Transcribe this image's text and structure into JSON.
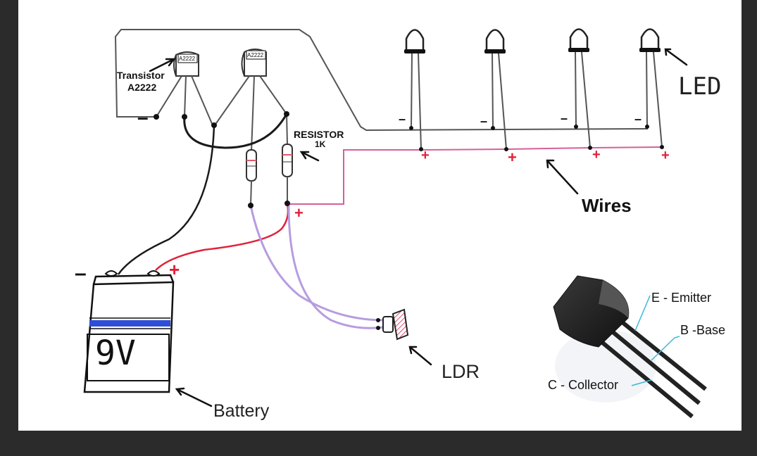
{
  "labels": {
    "transistor_line1": "Transistor",
    "transistor_line2": "A2222",
    "transistor_marking": "A2222",
    "resistor_line1": "RESISTOR",
    "resistor_line2": "1K",
    "led": "LED",
    "wires": "Wires",
    "battery": "Battery",
    "battery_voltage": "9V",
    "ldr": "LDR",
    "emitter": "E - Emitter",
    "base": "B -Base",
    "collector": "C - Collector"
  },
  "signs": {
    "plus": "+",
    "minus": "–"
  },
  "colors": {
    "background": "#2b2b2b",
    "panel": "#ffffff",
    "wire_black": "#1a1a1a",
    "wire_gray": "#555555",
    "wire_pink": "#d4609a",
    "wire_red": "#e0223a",
    "wire_purple": "#b79ce0",
    "battery_stripe": "#2f4ed8",
    "plus_sign": "#e0223a",
    "callout_cyan": "#3bb9d9"
  }
}
